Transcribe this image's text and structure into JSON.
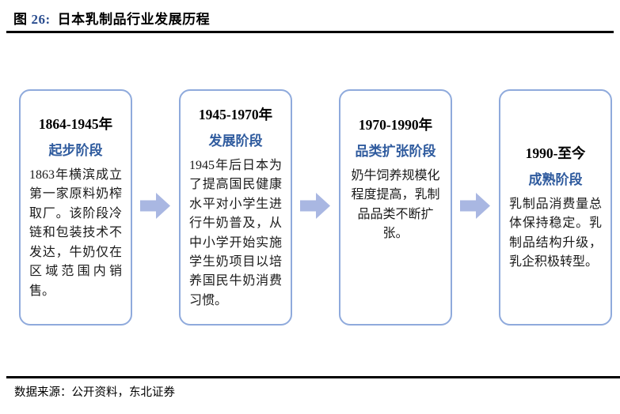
{
  "title": {
    "prefix": "图",
    "number": "26:",
    "text": "日本乳制品行业发展历程"
  },
  "stages": [
    {
      "period": "1864-1945年",
      "name": "起步阶段",
      "description": "1863年横滨成立第一家原料奶榨取厂。该阶段冷链和包装技术不发达，牛奶仅在区域范围内销售。"
    },
    {
      "period": "1945-1970年",
      "name": "发展阶段",
      "description": "1945年后日本为了提高国民健康水平对小学生进行牛奶普及，从中小学开始实施学生奶项目以培养国民牛奶消费习惯。"
    },
    {
      "period": "1970-1990年",
      "name": "品类扩张阶段",
      "description": "奶牛饲养规模化程度提高，乳制品品类不断扩张。"
    },
    {
      "period": "1990-至今",
      "name": "成熟阶段",
      "description": "乳制品消费量总体保持稳定。乳制品结构升级，乳企积极转型。"
    }
  ],
  "footer": {
    "source": "数据来源：公开资料，东北证券"
  },
  "colors": {
    "stage_name": "#2f5b9e",
    "box_border": "#8faadc",
    "arrow_fill": "#a9b7e2",
    "figure_number": "#2a4d8f",
    "rule_color": "#000000"
  }
}
